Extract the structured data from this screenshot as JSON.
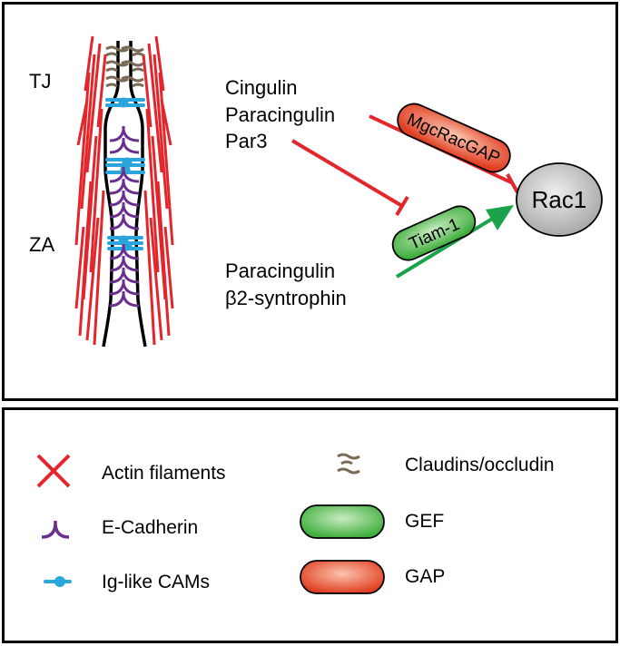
{
  "diagram": {
    "region_labels": {
      "tj": "TJ",
      "za": "ZA"
    },
    "inhibitors_upper": [
      "Cingulin",
      "Paracingulin",
      "Par3"
    ],
    "activators_lower": [
      "Paracingulin",
      "β2-syntrophin"
    ],
    "target": "Rac1",
    "gap_protein": "MgcRacGAP",
    "gef_protein": "Tiam-1",
    "colors": {
      "actin": "#e3262b",
      "cadherin": "#6a2f8f",
      "igcam": "#2ba6dc",
      "claudin": "#7a6a58",
      "gef": "#4cb84a",
      "gap": "#e8472b",
      "activation_arrow": "#1aa34a",
      "inhibition_line": "#e3262b",
      "rac1_fill": "#c8c8c8"
    }
  },
  "legend": {
    "items": [
      {
        "icon": "actin-icon",
        "label": "Actin filaments"
      },
      {
        "icon": "cadherin-icon",
        "label": "E-Cadherin"
      },
      {
        "icon": "igcam-icon",
        "label": "Ig-like CAMs"
      },
      {
        "icon": "claudin-icon",
        "label": "Claudins/occludin"
      },
      {
        "icon": "gef-pill-icon",
        "label": "GEF"
      },
      {
        "icon": "gap-pill-icon",
        "label": "GAP"
      }
    ]
  }
}
